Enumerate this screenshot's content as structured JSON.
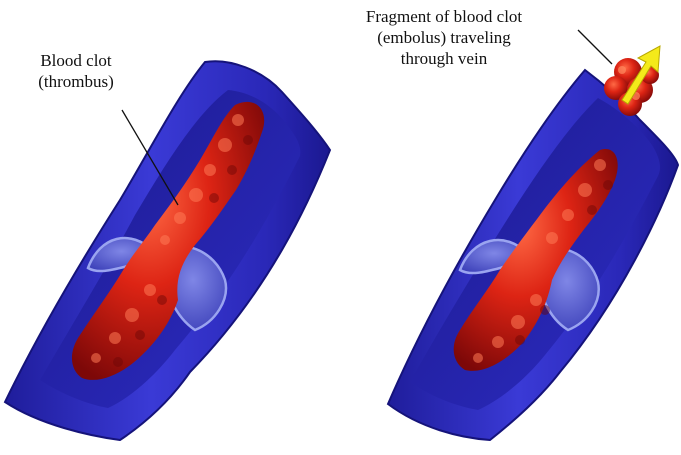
{
  "labels": {
    "thrombus": {
      "line1": "Blood clot",
      "line2": "(thrombus)"
    },
    "embolus": {
      "line1": "Fragment of blood clot",
      "line2": "(embolus) traveling",
      "line3": "through vein"
    }
  },
  "colors": {
    "vein_dark": "#1f1d9b",
    "vein_mid": "#3a3ad6",
    "vein_light": "#6f7bf0",
    "valve_pale": "#aab4f6",
    "clot_dark": "#8a0a0a",
    "clot_mid": "#d41c12",
    "clot_light": "#ff5a3a",
    "arrow_fill": "#f4ea1a"
  },
  "icons": {
    "direction_arrow": "arrow-up-right"
  }
}
